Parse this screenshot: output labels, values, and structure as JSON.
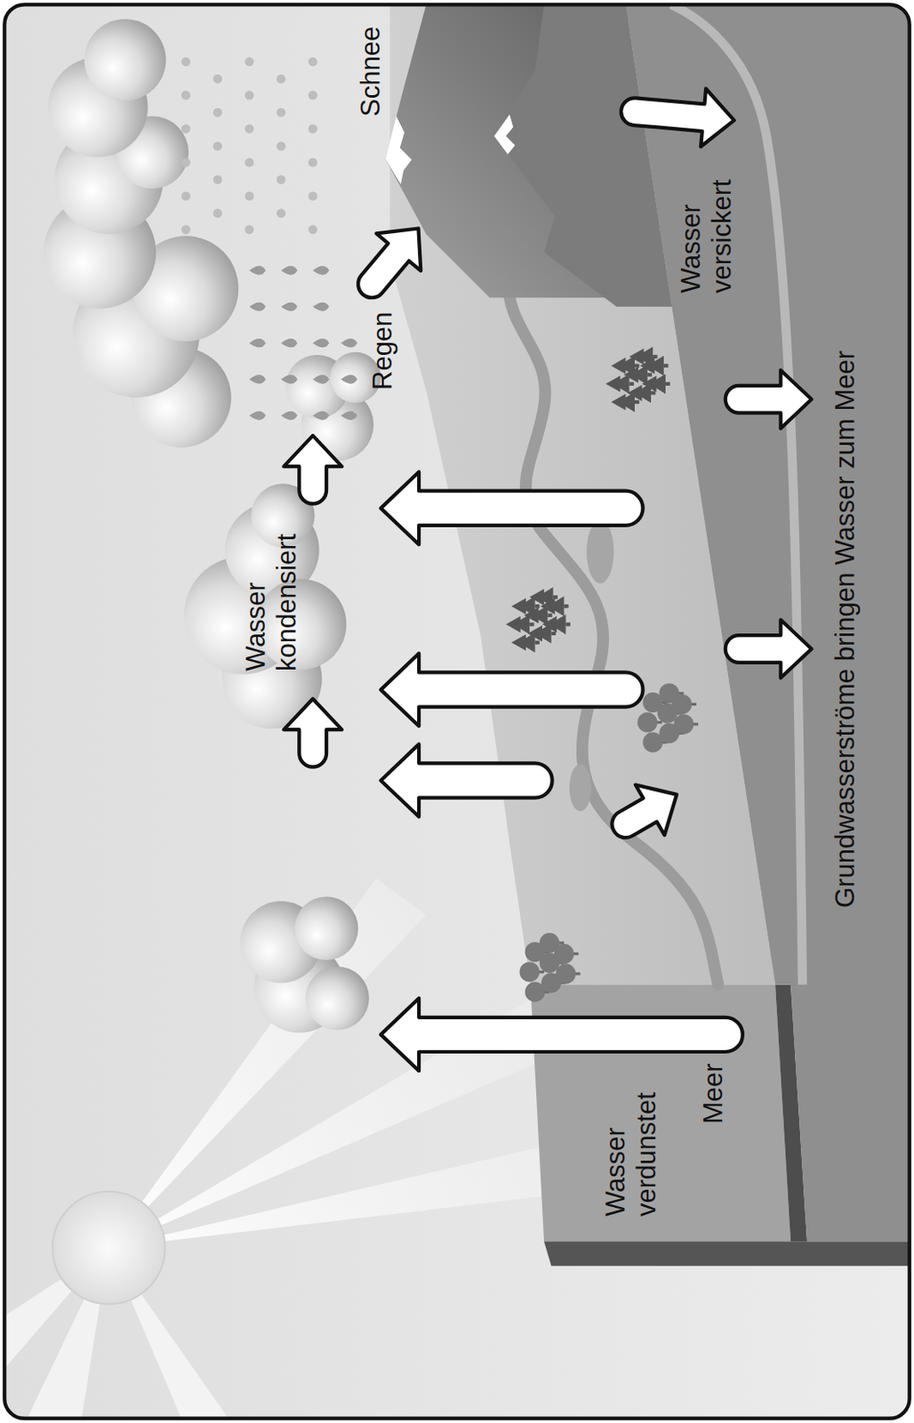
{
  "diagram": {
    "labels": [
      "Wasser verdunstet",
      "Wasser kondensiert",
      "Regen",
      "Schnee",
      "Meer",
      "Wasser versickert",
      "Grundwasserströme bringen Wasser zum Meer"
    ]
  }
}
